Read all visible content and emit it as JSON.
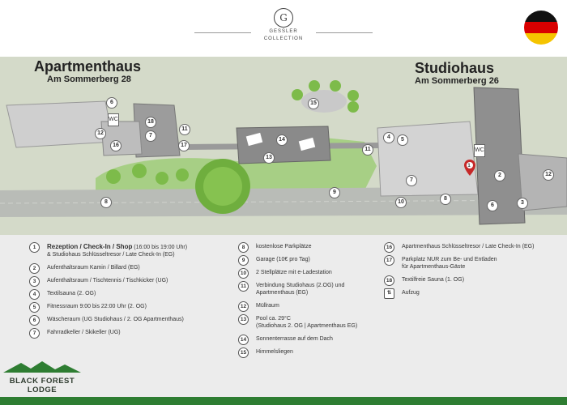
{
  "header": {
    "brand_initial": "G",
    "brand_name": "GESSLER",
    "brand_sub": "COLLECTION",
    "flag": "germany-flag"
  },
  "map": {
    "left_title": "Apartmenthaus",
    "left_address": "Am Sommerberg 28",
    "right_title": "Studiohaus",
    "right_address": "Am Sommerberg 26",
    "colors": {
      "grass": "#9fc97e",
      "road": "#b9bcb7",
      "building": "#8c8c8c",
      "background": "#d4dac9"
    },
    "markers": [
      "6",
      "12",
      "18",
      "16",
      "7",
      "11",
      "17",
      "14",
      "13",
      "11",
      "9",
      "8",
      "15",
      "4",
      "5",
      "7",
      "10",
      "8",
      "1",
      "2",
      "6",
      "3",
      "12"
    ],
    "wc_label": "WC"
  },
  "legend": {
    "col1": [
      {
        "n": "1",
        "main": "Rezeption / Check-In / Shop",
        "time": " (16:00 bis 19:00 Uhr)",
        "sub": "& Studiohaus Schlüsseltresor / Late Check-In (EG)"
      },
      {
        "n": "2",
        "main": "Aufenthaltsraum Kamin / Billard (EG)"
      },
      {
        "n": "3",
        "main": "Aufenthaltsraum / Tischtennis / Tischkicker (UG)"
      },
      {
        "n": "4",
        "main": "Textilsauna (2. OG)"
      },
      {
        "n": "5",
        "main": "Fitnessraum 9:00 bis 22:00 Uhr (2. OG)"
      },
      {
        "n": "6",
        "main": "Wäscheraum (UG Studiohaus / 2. OG Apartmenthaus)"
      },
      {
        "n": "7",
        "main": "Fahrradkeller / Skikeller (UG)"
      }
    ],
    "col2": [
      {
        "n": "8",
        "main": "kostenlose Parkplätze"
      },
      {
        "n": "9",
        "main": "Garage (10€ pro Tag)"
      },
      {
        "n": "10",
        "main": "2 Stellplätze mit e-Ladestation"
      },
      {
        "n": "11",
        "main": "Verbindung Studiohaus (2.OG) und",
        "sub": "Apartmenthaus (EG)"
      },
      {
        "n": "12",
        "main": "Müllraum"
      },
      {
        "n": "13",
        "main": "Pool ca. 29°C",
        "sub": "(Studiohaus 2. OG | Apartmenthaus EG)"
      },
      {
        "n": "14",
        "main": "Sonnenterrasse auf dem Dach"
      },
      {
        "n": "15",
        "main": "Himmelsliegen"
      }
    ],
    "col3": [
      {
        "n": "16",
        "main": "Apartmenthaus Schlüsseltresor / Late Check-In (EG)"
      },
      {
        "n": "17",
        "main": "Parkplatz NUR zum Be- und Entladen",
        "sub": "für Apartmenthaus-Gäste"
      },
      {
        "n": "18",
        "main": "Textilfreie Sauna (1. OG)"
      },
      {
        "n": "",
        "main": "Aufzug"
      }
    ]
  },
  "footer": {
    "logo_line1": "BLACK FOREST",
    "logo_line2": "LODGE"
  }
}
